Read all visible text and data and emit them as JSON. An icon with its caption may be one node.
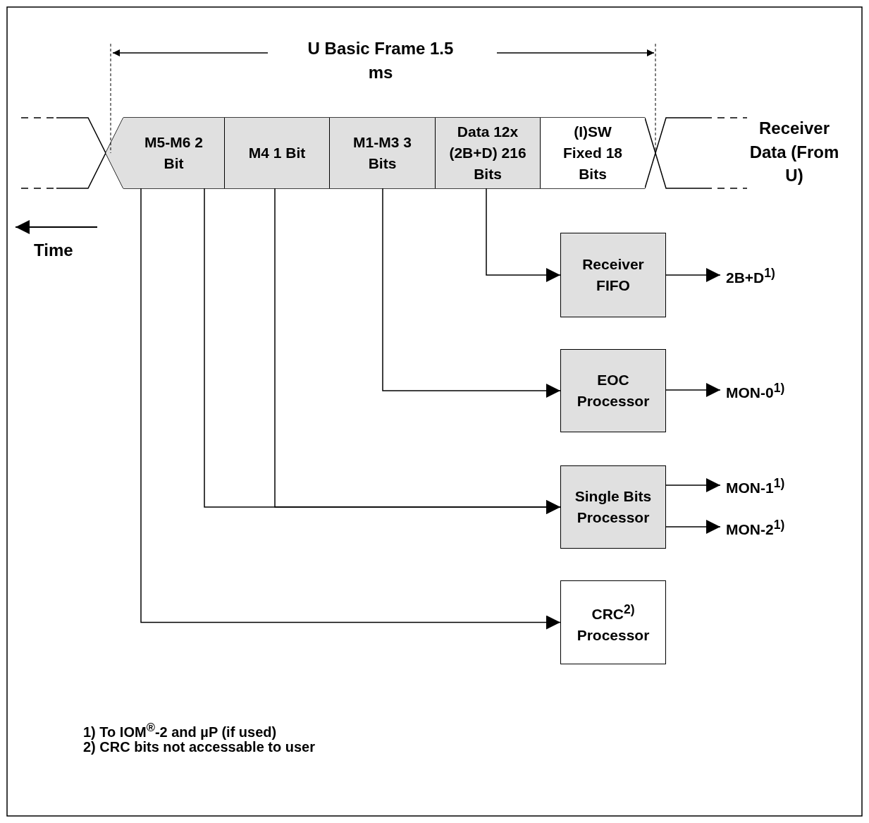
{
  "diagram": {
    "nodes": [
      {
        "text": [
          "M5-M6 2 Bit"
        ]
      },
      {
        "text": [
          "M4 1 Bit"
        ]
      },
      {
        "text": [
          "M1-M3 3 Bits"
        ]
      },
      {
        "text": [
          "Data 12x (2B+D) 216 Bits"
        ]
      },
      {
        "text": [
          "(I)SW Fixed 18 Bits"
        ]
      },
      {
        "text": [
          "Receiver FIFO"
        ]
      },
      {
        "text": [
          "EOC Processor"
        ]
      },
      {
        "text": [
          "Single Bits Processor"
        ]
      },
      {
        "text": [
          "CRC$^{2)}$ Processor"
        ]
      },
      {
        "text": [
          "2B+D$^{1)}$"
        ]
      },
      {
        "text": [
          "MON-0$^{1)}$"
        ]
      },
      {
        "text": [
          "MON-1$^{1)}$"
        ]
      },
      {
        "text": [
          "MON-2$^{1)}$"
        ]
      }
    ],
    "edges": [
      {
        "from": 3,
        "to": 5,
        "arrow": "to"
      },
      {
        "from": 2,
        "to": 6,
        "arrow": "to"
      },
      {
        "from": 0,
        "to": 7,
        "arrow": "to"
      },
      {
        "from": 1,
        "to": 7,
        "arrow": "to"
      },
      {
        "from": 0,
        "to": 8,
        "arrow": "to"
      },
      {
        "from": 5,
        "to": 9,
        "arrow": "to"
      },
      {
        "from": 6,
        "to": 10,
        "arrow": "to"
      },
      {
        "from": 7,
        "to": 11,
        "arrow": "to"
      },
      {
        "from": 7,
        "to": 12,
        "arrow": "to"
      }
    ],
    "labels": [
      "U Basic Frame 1.5 ms",
      "Receiver Data (From U)",
      "Time",
      "1) To IOM$^{®}$-2 and µP (if used)",
      "2) CRC bits not accessable to user"
    ]
  }
}
